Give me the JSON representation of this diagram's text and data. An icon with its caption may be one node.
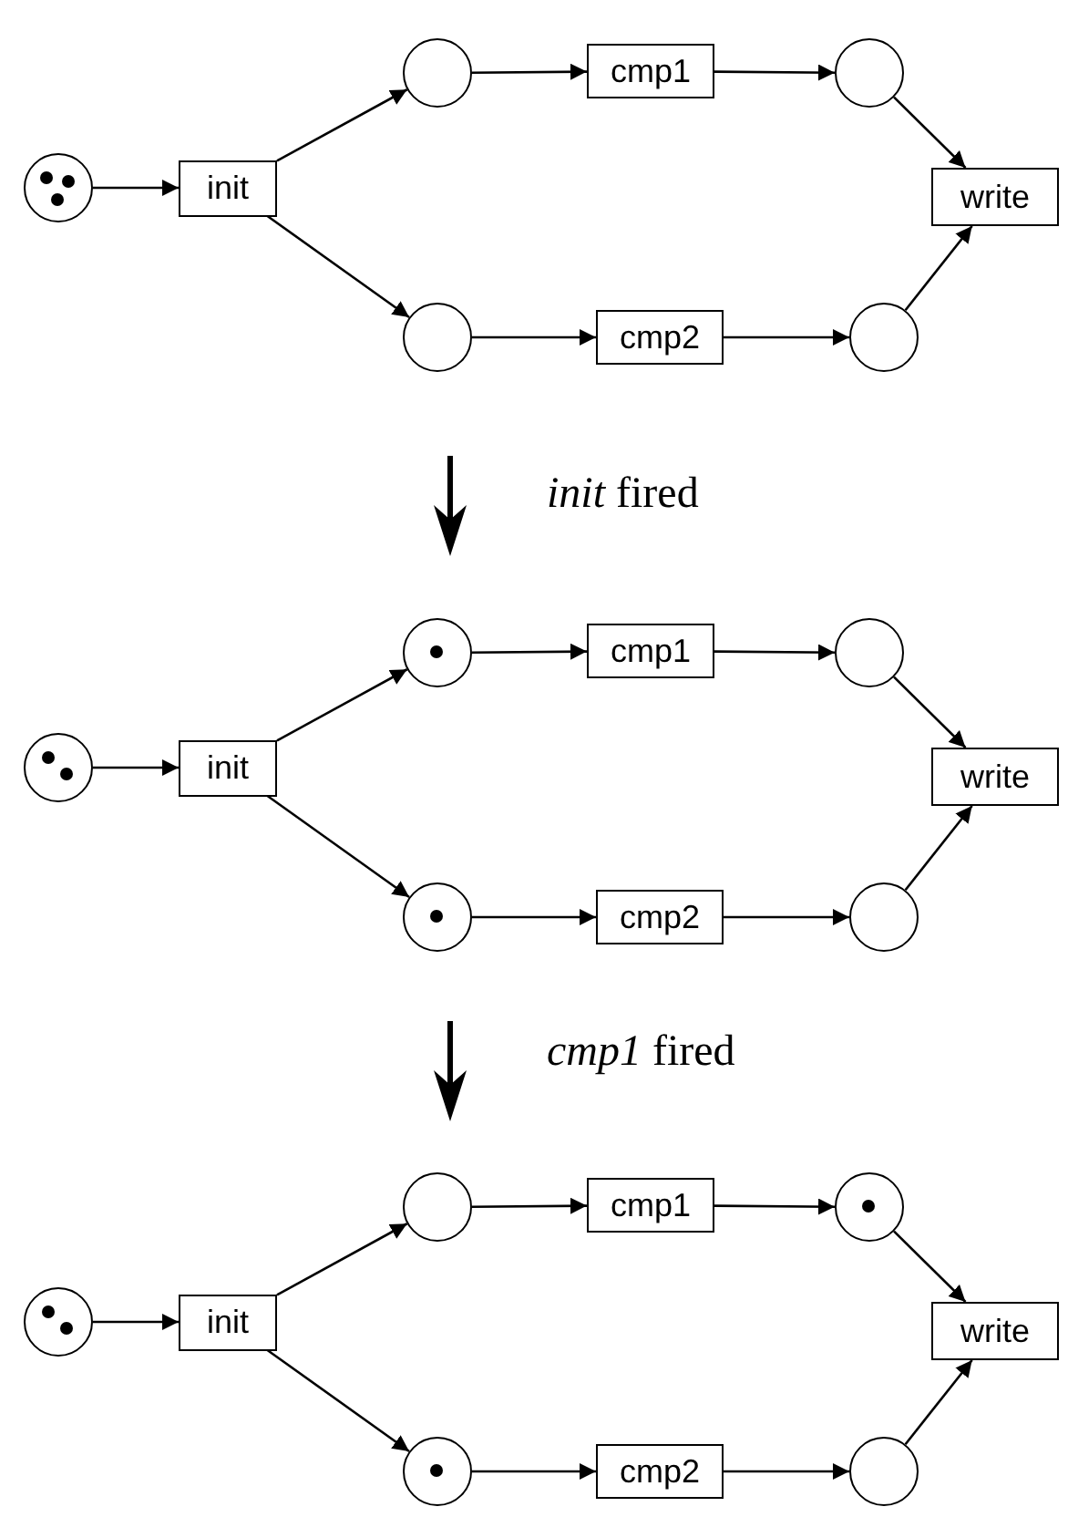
{
  "diagram": {
    "nodes": [
      {
        "text": [],
        "shape": "circle"
      },
      {
        "text": [
          "init"
        ]
      },
      {
        "text": [],
        "shape": "circle"
      },
      {
        "text": [
          "cmp1"
        ]
      },
      {
        "text": [],
        "shape": "circle"
      },
      {
        "text": [
          "write"
        ]
      },
      {
        "text": [],
        "shape": "circle"
      },
      {
        "text": [
          "cmp2"
        ]
      },
      {
        "text": [],
        "shape": "circle"
      },
      {
        "text": [],
        "shape": "circle"
      },
      {
        "text": [
          "init"
        ]
      },
      {
        "text": [],
        "shape": "circle"
      },
      {
        "text": [
          "cmp1"
        ]
      },
      {
        "text": [],
        "shape": "circle"
      },
      {
        "text": [
          "write"
        ]
      },
      {
        "text": [],
        "shape": "circle"
      },
      {
        "text": [
          "cmp2"
        ]
      },
      {
        "text": [],
        "shape": "circle"
      },
      {
        "text": [],
        "shape": "circle"
      },
      {
        "text": [
          "init"
        ]
      },
      {
        "text": [],
        "shape": "circle"
      },
      {
        "text": [
          "cmp1"
        ]
      },
      {
        "text": [],
        "shape": "circle"
      },
      {
        "text": [
          "write"
        ]
      },
      {
        "text": [],
        "shape": "circle"
      },
      {
        "text": [
          "cmp2"
        ]
      },
      {
        "text": [],
        "shape": "circle"
      }
    ],
    "edges": [
      {
        "from": 0,
        "to": 1,
        "arrow": "to"
      },
      {
        "from": 1,
        "to": 2,
        "arrow": "to"
      },
      {
        "from": 1,
        "to": 6,
        "arrow": "to"
      },
      {
        "from": 2,
        "to": 3,
        "arrow": "to"
      },
      {
        "from": 3,
        "to": 4,
        "arrow": "to"
      },
      {
        "from": 4,
        "to": 5,
        "arrow": "to"
      },
      {
        "from": 6,
        "to": 7,
        "arrow": "to"
      },
      {
        "from": 7,
        "to": 8,
        "arrow": "to"
      },
      {
        "from": 8,
        "to": 5,
        "arrow": "to"
      },
      {
        "from": 9,
        "to": 10,
        "arrow": "to"
      },
      {
        "from": 10,
        "to": 11,
        "arrow": "to"
      },
      {
        "from": 10,
        "to": 15,
        "arrow": "to"
      },
      {
        "from": 11,
        "to": 12,
        "arrow": "to"
      },
      {
        "from": 12,
        "to": 13,
        "arrow": "to"
      },
      {
        "from": 13,
        "to": 14,
        "arrow": "to"
      },
      {
        "from": 15,
        "to": 16,
        "arrow": "to"
      },
      {
        "from": 16,
        "to": 17,
        "arrow": "to"
      },
      {
        "from": 17,
        "to": 14,
        "arrow": "to"
      },
      {
        "from": 18,
        "to": 19,
        "arrow": "to"
      },
      {
        "from": 19,
        "to": 20,
        "arrow": "to"
      },
      {
        "from": 19,
        "to": 24,
        "arrow": "to"
      },
      {
        "from": 20,
        "to": 21,
        "arrow": "to"
      },
      {
        "from": 21,
        "to": 22,
        "arrow": "to"
      },
      {
        "from": 22,
        "to": 23,
        "arrow": "to"
      },
      {
        "from": 24,
        "to": 25,
        "arrow": "to"
      },
      {
        "from": 25,
        "to": 26,
        "arrow": "to"
      },
      {
        "from": 26,
        "to": 23,
        "arrow": "to"
      }
    ],
    "labels": [
      "*init* fired",
      "*cmp1* fired"
    ]
  }
}
